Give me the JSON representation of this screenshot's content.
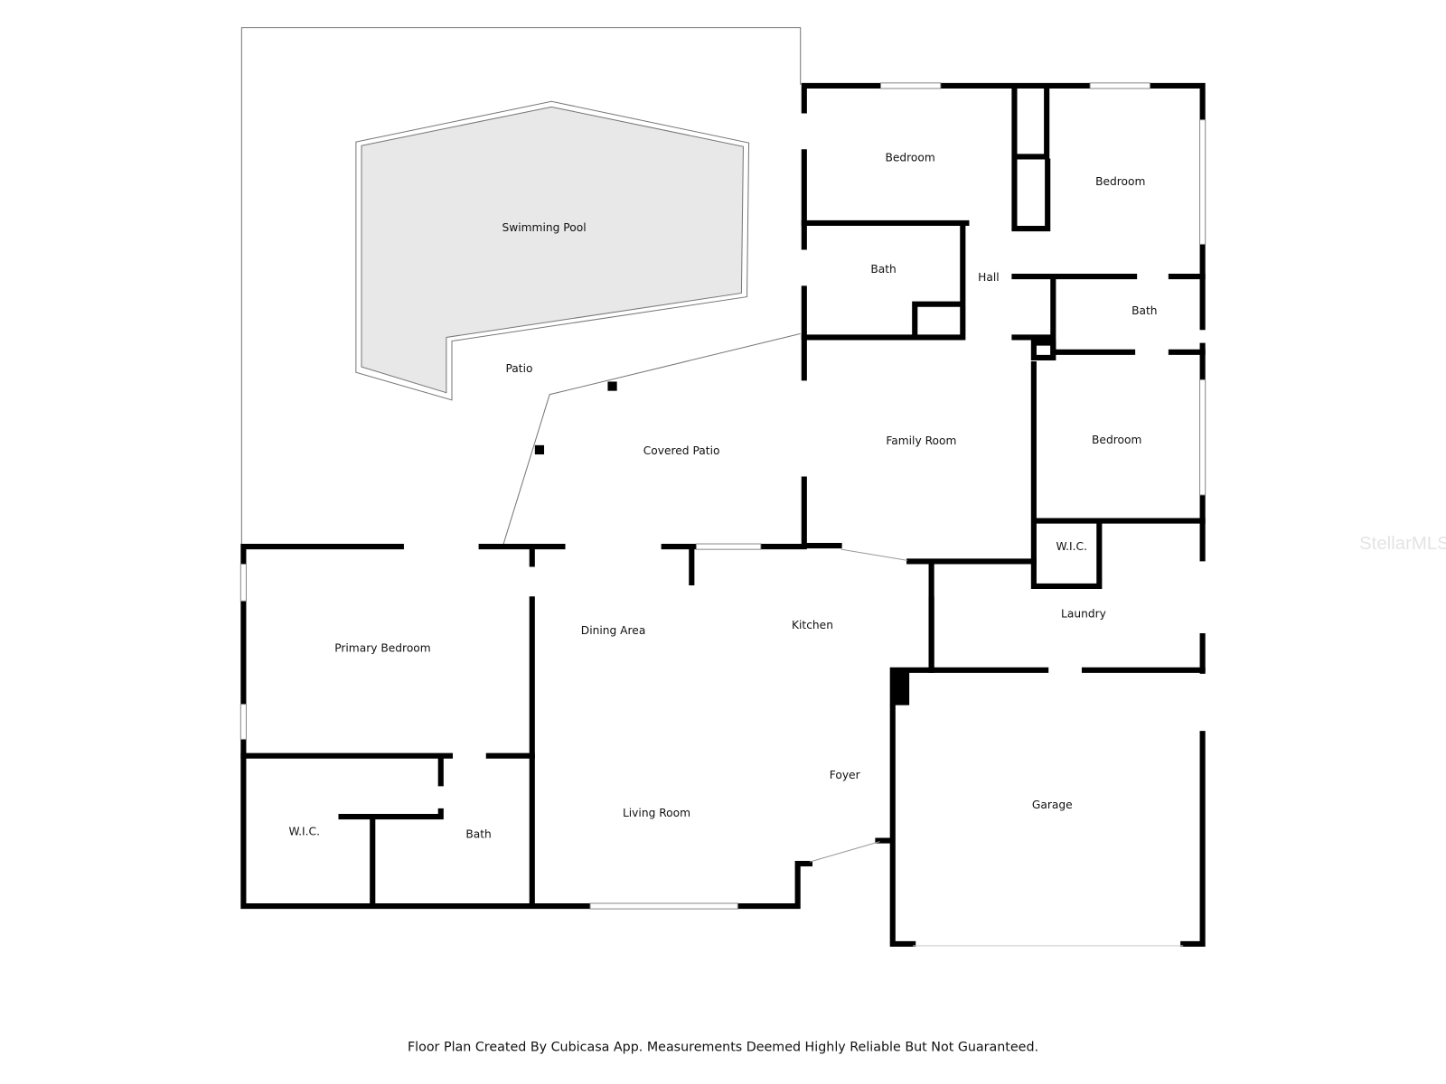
{
  "rooms": {
    "pool": "Swimming Pool",
    "patio": "Patio",
    "covered_patio": "Covered Patio",
    "bedroom_1": "Bedroom",
    "bedroom_2": "Bedroom",
    "bath_1": "Bath",
    "hall": "Hall",
    "bath_2": "Bath",
    "family_room": "Family Room",
    "bedroom_3": "Bedroom",
    "wic_1": "W.I.C.",
    "laundry": "Laundry",
    "primary_bedroom": "Primary Bedroom",
    "dining_area": "Dining Area",
    "kitchen": "Kitchen",
    "foyer": "Foyer",
    "garage": "Garage",
    "living_room": "Living Room",
    "wic_2": "W.I.C.",
    "bath_3": "Bath"
  },
  "footer": "Floor Plan Created By Cubicasa App. Measurements Deemed Highly Reliable But Not Guaranteed.",
  "watermark": "StellarMLS",
  "colors": {
    "wall": "#000000",
    "pool": "#e8e8e8"
  }
}
